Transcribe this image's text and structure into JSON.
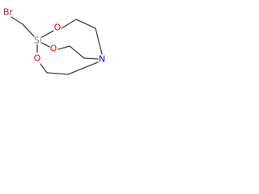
{
  "molecule": {
    "atoms": {
      "br": {
        "label": "Br",
        "color": "#a52a2a"
      },
      "si": {
        "label": "Si",
        "color": "#7f7f7f"
      },
      "o_top": {
        "label": "O",
        "color": "#ff0000"
      },
      "o_mid": {
        "label": "O",
        "color": "#ff0000"
      },
      "o_low": {
        "label": "O",
        "color": "#ff0000"
      },
      "n": {
        "label": "N",
        "color": "#0000ff"
      }
    },
    "bond_color": "#404040"
  }
}
